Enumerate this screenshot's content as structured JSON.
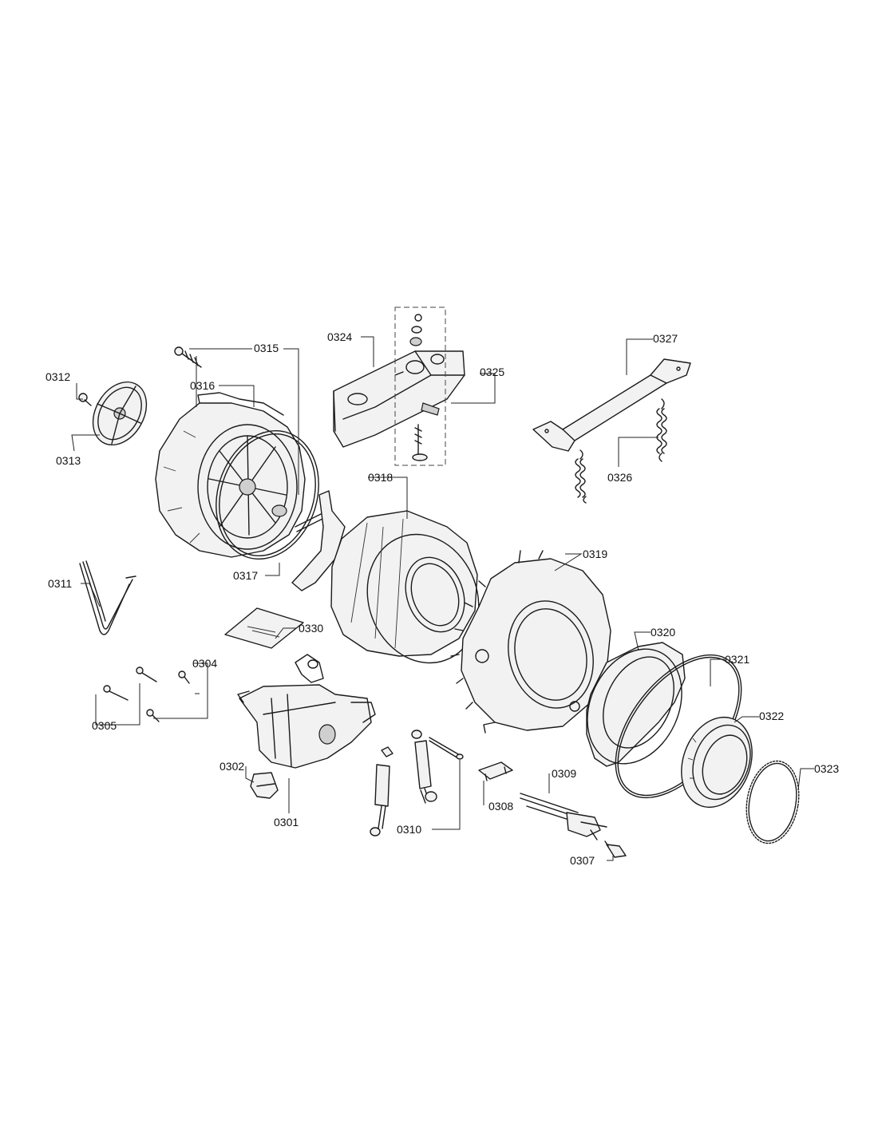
{
  "diagram": {
    "parts": [
      {
        "id": "0301"
      },
      {
        "id": "0302"
      },
      {
        "id": "0304"
      },
      {
        "id": "0305"
      },
      {
        "id": "0307"
      },
      {
        "id": "0308"
      },
      {
        "id": "0309"
      },
      {
        "id": "0310"
      },
      {
        "id": "0311"
      },
      {
        "id": "0312"
      },
      {
        "id": "0313"
      },
      {
        "id": "0315"
      },
      {
        "id": "0316"
      },
      {
        "id": "0317"
      },
      {
        "id": "0318"
      },
      {
        "id": "0319"
      },
      {
        "id": "0320"
      },
      {
        "id": "0321"
      },
      {
        "id": "0322"
      },
      {
        "id": "0323"
      },
      {
        "id": "0324"
      },
      {
        "id": "0325"
      },
      {
        "id": "0326"
      },
      {
        "id": "0327"
      },
      {
        "id": "0330"
      }
    ]
  }
}
